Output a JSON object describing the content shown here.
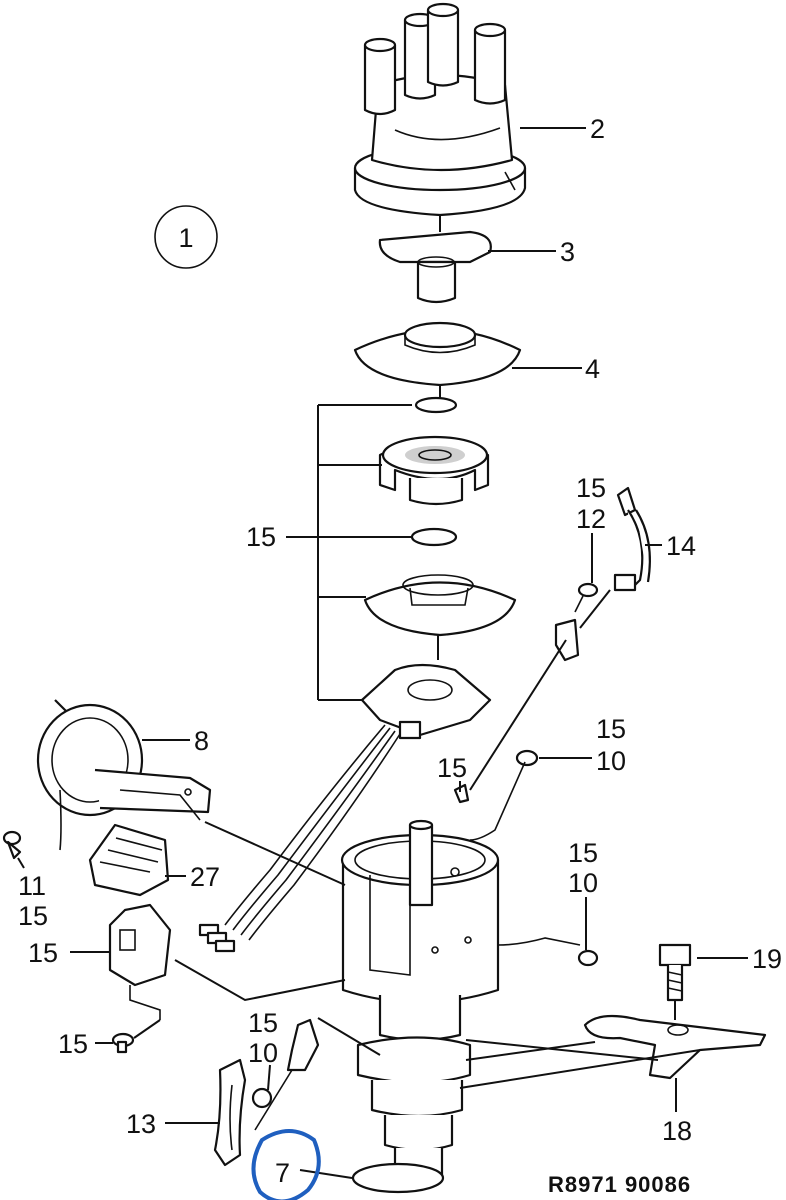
{
  "figure_marker": "1",
  "reference": "R8971  90086",
  "callout_labels": {
    "l2": "2",
    "l3": "3",
    "l4": "4",
    "l15a": "15",
    "l15b": "15",
    "l12": "12",
    "l14": "14",
    "l15c": "15",
    "l10a": "10",
    "l8": "8",
    "l15d": "15",
    "l11": "11",
    "l15e": "15",
    "l27": "27",
    "l15f": "15",
    "l10b": "10",
    "l15g": "15",
    "l19": "19",
    "l15h": "15",
    "l15i": "15",
    "l10c": "10",
    "l13": "13",
    "l18": "18",
    "l7": "7"
  },
  "highlight_color": "#1f5fbf",
  "ink_color": "#111111"
}
